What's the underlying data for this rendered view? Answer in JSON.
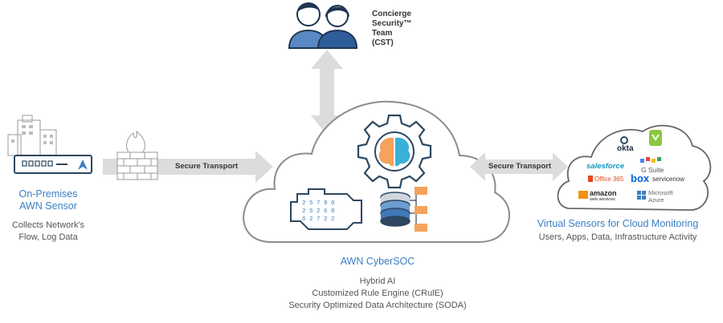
{
  "colors": {
    "accent": "#3a7fc1",
    "arrow": "#d9d9d9",
    "cloud_stroke": "#8c8c8c",
    "orange": "#f5a25d"
  },
  "cst": {
    "lines": [
      "Concierge",
      "Security™",
      "Team",
      "(CST)"
    ]
  },
  "onprem": {
    "title_lines": [
      "On-Premises",
      "AWN Sensor"
    ],
    "desc_lines": [
      "Collects Network's",
      "Flow, Log Data"
    ]
  },
  "transport": {
    "left": "Secure Transport",
    "right": "Secure Transport"
  },
  "cybersoc": {
    "title": "AWN CyberSOC",
    "items": [
      "Hybrid AI",
      "Customized Rule Engine (CRulE)",
      "Security Optimized Data Architecture (SODA)"
    ],
    "engine_digits": [
      "2 5 7 9 0",
      "2 5 2 6 8",
      "6 2 7 2 2"
    ]
  },
  "cloud": {
    "title": "Virtual Sensors for Cloud Monitoring",
    "desc": "Users, Apps, Data, Infrastructure Activity",
    "logos": {
      "okta": "okta",
      "salesforce": "salesforce",
      "gsuite": "G Suite",
      "office365": "Office 365",
      "box": "box",
      "servicenow": "servicenow",
      "amazon": "amazon",
      "aws": "web services",
      "azure": [
        "Microsoft",
        "Azure"
      ]
    }
  }
}
